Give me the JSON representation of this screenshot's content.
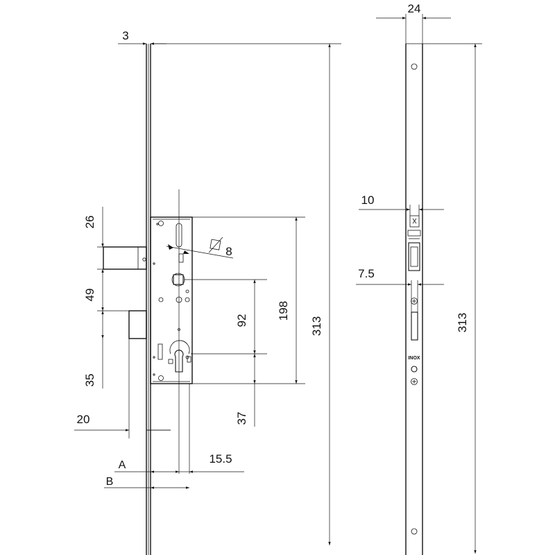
{
  "colors": {
    "line": "#111111",
    "background": "#ffffff"
  },
  "front_view": {
    "dims": {
      "faceplate_thickness": "3",
      "height_total": "313",
      "case_height": "198",
      "handle_to_cylinder": "92",
      "latch_top": "26",
      "latch_to_bolt": "49",
      "bolt_below": "35",
      "cylinder_below": "37",
      "bolt_throw": "20",
      "spindle_size": "8",
      "cylinder_offset": "15.5",
      "label_a": "A",
      "label_b": "B"
    }
  },
  "side_view": {
    "dims": {
      "faceplate_width": "24",
      "height_total": "313",
      "latch_width": "10",
      "bolt_width": "7.5"
    },
    "markings": {
      "material": "INOX"
    }
  }
}
